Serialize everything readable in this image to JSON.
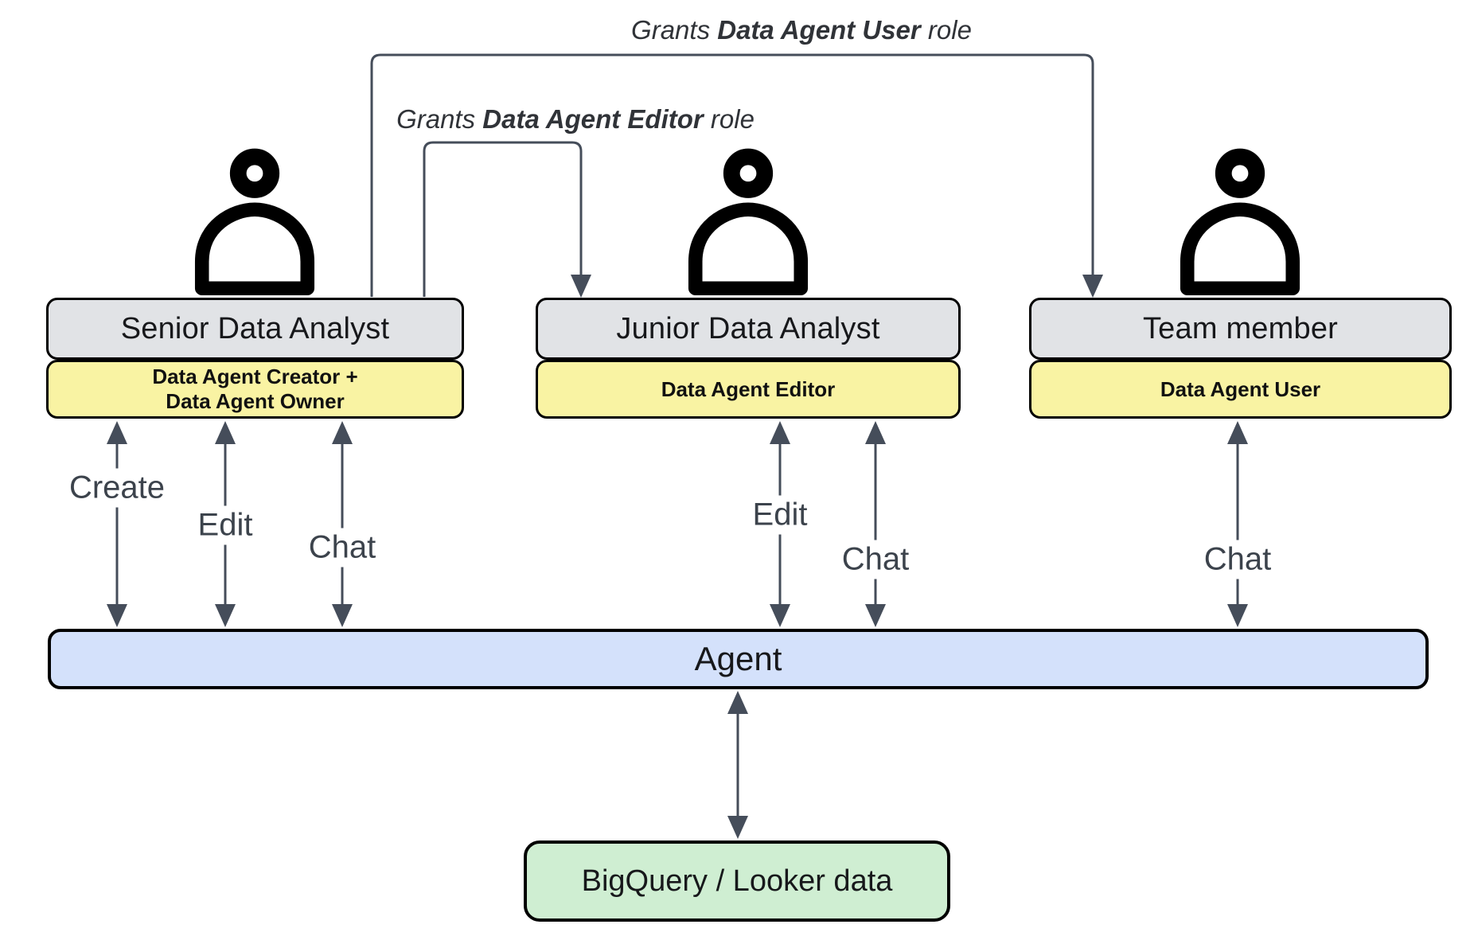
{
  "grants": [
    {
      "prefix": "Grants ",
      "bold": "Data Agent User",
      "suffix": " role"
    },
    {
      "prefix": "Grants ",
      "bold": "Data Agent Editor",
      "suffix": " role"
    }
  ],
  "actors": [
    {
      "title": "Senior Data Analyst",
      "roles": [
        "Data Agent Creator +",
        "Data Agent Owner"
      ]
    },
    {
      "title": "Junior Data Analyst",
      "roles": [
        "Data Agent Editor"
      ]
    },
    {
      "title": "Team member",
      "roles": [
        "Data Agent User"
      ]
    }
  ],
  "action_labels": [
    "Create",
    "Edit",
    "Chat",
    "Edit",
    "Chat",
    "Chat"
  ],
  "agent": {
    "label": "Agent"
  },
  "datastore": {
    "label": "BigQuery / Looker data"
  },
  "colors": {
    "actor_box": "#e1e3e6",
    "role_box": "#f9f3a3",
    "agent_bar": "#d4e1fb",
    "datastore_box": "#cfeed2",
    "connector": "#454d5a",
    "icon": "#000000"
  }
}
